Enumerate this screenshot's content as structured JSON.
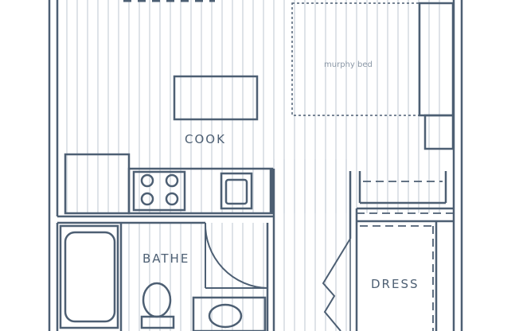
{
  "colors": {
    "wall": "#4d5f73",
    "floor_stripe": "#c9d0d9",
    "background": "#ffffff"
  },
  "labels": {
    "cook": "COOK",
    "bathe": "BATHE",
    "dress": "DRESS",
    "murphy_bed": "murphy bed"
  }
}
